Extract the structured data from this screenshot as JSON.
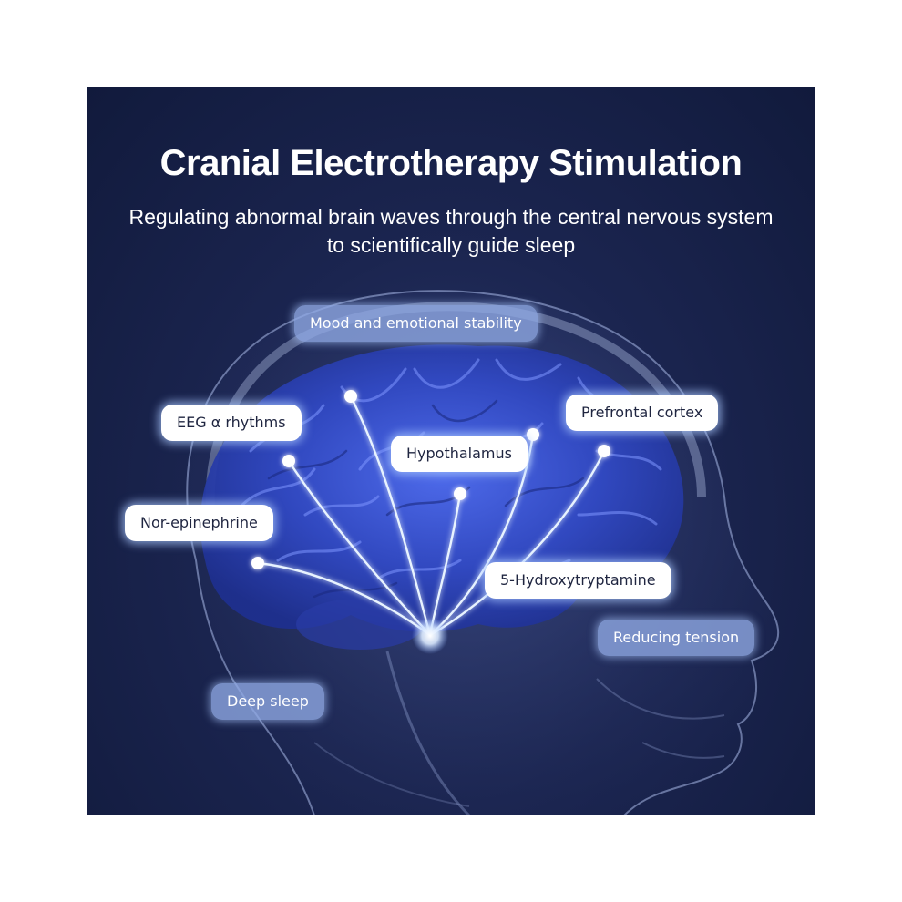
{
  "header": {
    "title": "Cranial Electrotherapy Stimulation",
    "subtitle_line1": "Regulating abnormal brain waves through the central nervous system",
    "subtitle_line2": "to scientifically guide sleep"
  },
  "labels": {
    "mood": "Mood and emotional stability",
    "eeg": "EEG α rhythms",
    "prefrontal": "Prefrontal cortex",
    "hypothalamus": "Hypothalamus",
    "norepinephrine": "Nor-epinephrine",
    "serotonin": "5-Hydroxytryptamine",
    "tension": "Reducing tension",
    "deep_sleep": "Deep sleep"
  },
  "colors": {
    "background": "#1b2550",
    "brain": "#3a56d8",
    "glow": "#bfe0ff",
    "pill_white": "#ffffff",
    "pill_soft": "#91aae6"
  }
}
